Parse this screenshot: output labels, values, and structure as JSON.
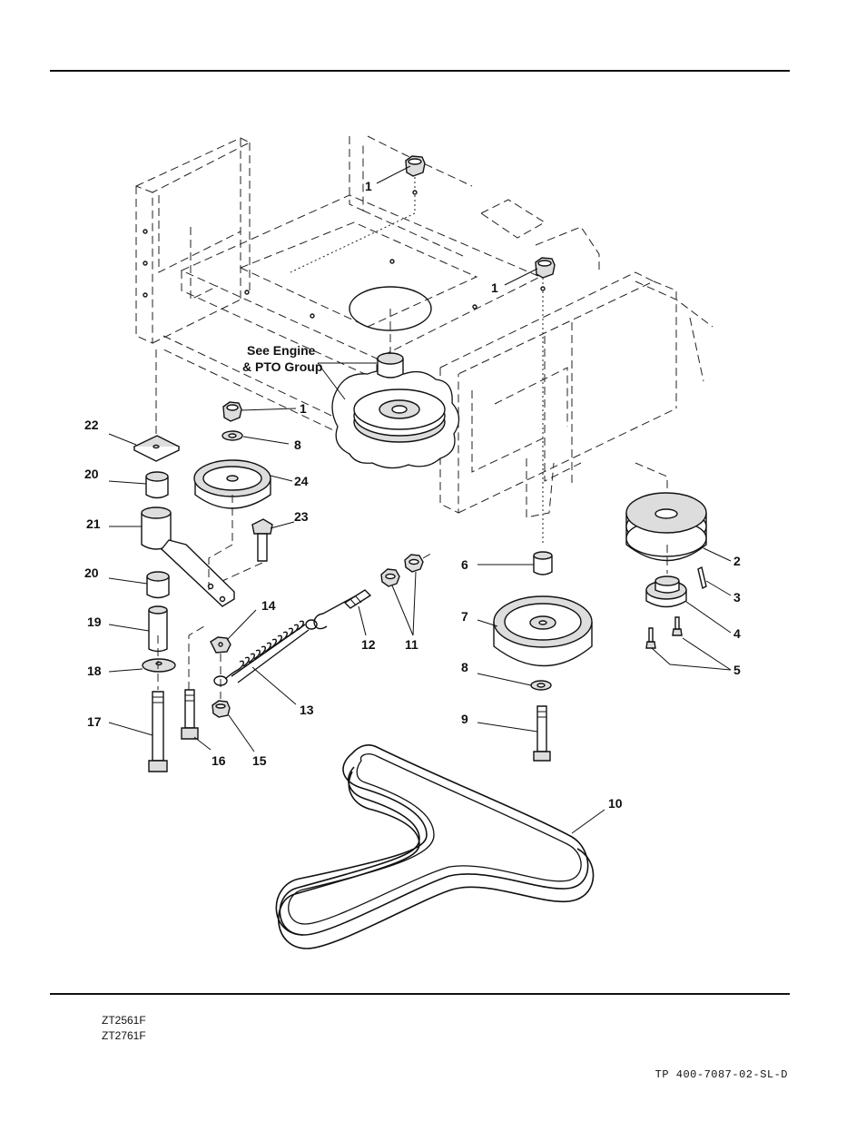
{
  "footer": {
    "models": [
      "ZT2561F",
      "ZT2761F"
    ],
    "doc_number": "TP 400-7087-02-SL-D"
  },
  "diagram": {
    "note_line1": "See Engine",
    "note_line2": "& PTO Group",
    "callouts": [
      {
        "id": "c1a",
        "text": "1"
      },
      {
        "id": "c1b",
        "text": "1"
      },
      {
        "id": "c1c",
        "text": "1"
      },
      {
        "id": "c2",
        "text": "2"
      },
      {
        "id": "c3",
        "text": "3"
      },
      {
        "id": "c4",
        "text": "4"
      },
      {
        "id": "c5",
        "text": "5"
      },
      {
        "id": "c6",
        "text": "6"
      },
      {
        "id": "c7",
        "text": "7"
      },
      {
        "id": "c8a",
        "text": "8"
      },
      {
        "id": "c8b",
        "text": "8"
      },
      {
        "id": "c9",
        "text": "9"
      },
      {
        "id": "c10",
        "text": "10"
      },
      {
        "id": "c11",
        "text": "11"
      },
      {
        "id": "c12",
        "text": "12"
      },
      {
        "id": "c13",
        "text": "13"
      },
      {
        "id": "c14",
        "text": "14"
      },
      {
        "id": "c15",
        "text": "15"
      },
      {
        "id": "c16",
        "text": "16"
      },
      {
        "id": "c17",
        "text": "17"
      },
      {
        "id": "c18",
        "text": "18"
      },
      {
        "id": "c19",
        "text": "19"
      },
      {
        "id": "c20a",
        "text": "20"
      },
      {
        "id": "c20b",
        "text": "20"
      },
      {
        "id": "c21",
        "text": "21"
      },
      {
        "id": "c22",
        "text": "22"
      },
      {
        "id": "c23",
        "text": "23"
      },
      {
        "id": "c24",
        "text": "24"
      }
    ]
  }
}
